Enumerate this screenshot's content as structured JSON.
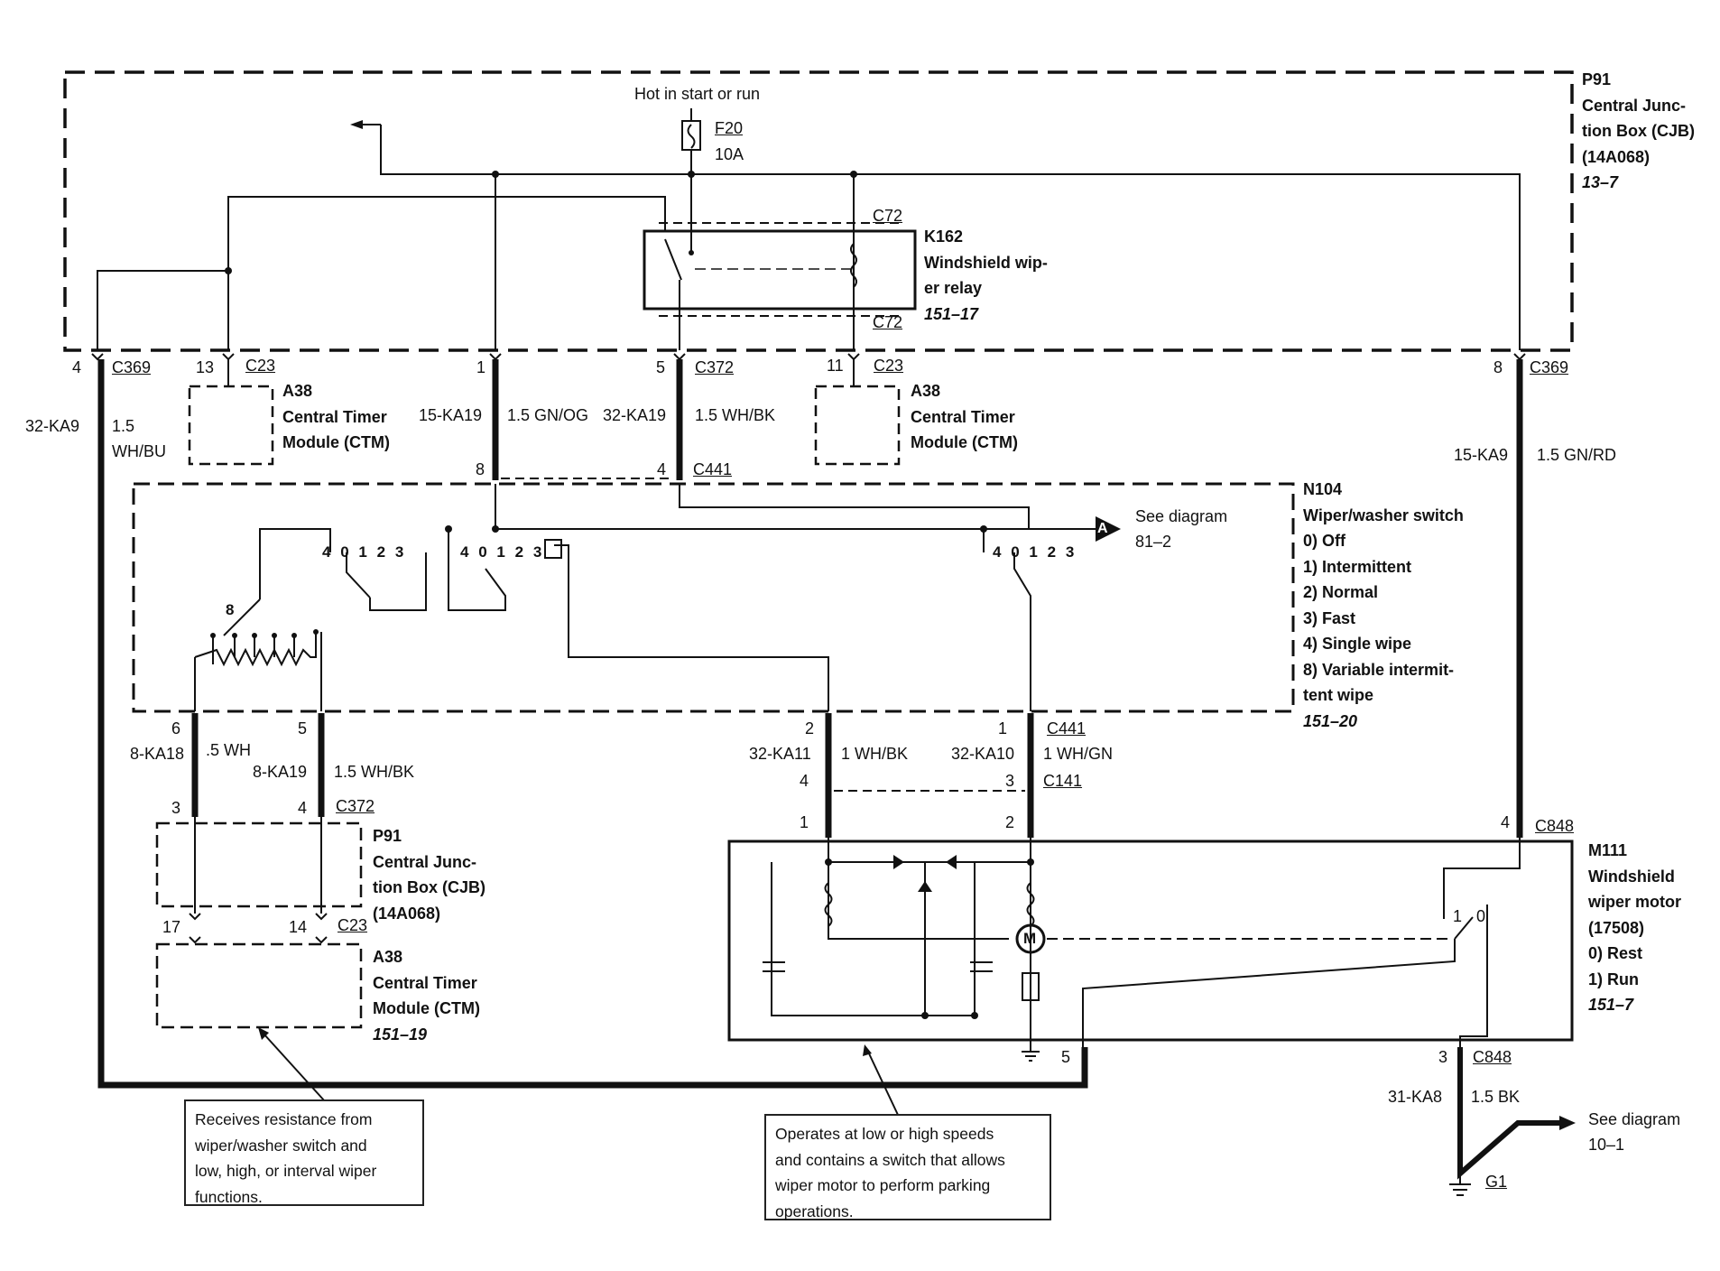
{
  "top": {
    "hot_label": "Hot in start or run",
    "fuse_id": "F20",
    "fuse_rating": "10A"
  },
  "cjb_top": {
    "lines": [
      "P91",
      "Central Junc-",
      "tion Box (CJB)",
      "(14A068)"
    ],
    "ref": "13–7"
  },
  "relay": {
    "lines": [
      "K162",
      "Windshield wip-",
      "er relay"
    ],
    "ref": "151–17",
    "conn_top": "C72",
    "conn_bottom": "C72"
  },
  "ctm_left": {
    "lines": [
      "A38",
      "Central Timer",
      "Module (CTM)"
    ],
    "pin": "13",
    "conn": "C23"
  },
  "ctm_mid": {
    "lines": [
      "A38",
      "Central Timer",
      "Module (CTM)"
    ],
    "pin": "11",
    "conn": "C23"
  },
  "switch": {
    "lines": [
      "N104",
      "Wiper/washer switch",
      "0)   Off",
      "1)   Intermittent",
      "2)   Normal",
      "3)   Fast",
      "4)   Single wipe",
      "8)   Variable intermit-",
      "       tent wipe"
    ],
    "ref": "151–20",
    "see_marker": "A",
    "see_text": [
      "See diagram",
      "81–2"
    ],
    "pos_a": [
      "4",
      "0",
      "1",
      "2",
      "3"
    ],
    "pos_b": [
      "4",
      "0",
      "1",
      "2",
      "3"
    ],
    "pos_c": [
      "4",
      "0",
      "1",
      "2",
      "3"
    ],
    "pos_var": "8"
  },
  "wires_top": {
    "left": {
      "pin": "4",
      "conn": "C369",
      "circuit": "32-KA9",
      "color_l1": "1.5",
      "color_l2": "WH/BU"
    },
    "w1": {
      "pin_top": "1",
      "pin_bottom": "8",
      "circuit": "15-KA19",
      "color": "1.5 GN/OG"
    },
    "w2": {
      "pin_top": "5",
      "pin_bottom": "4",
      "conn_top": "C372",
      "conn_bottom": "C441",
      "circuit": "32-KA19",
      "color": "1.5 WH/BK"
    },
    "right": {
      "pin": "8",
      "conn": "C369",
      "circuit": "15-KA9",
      "color": "1.5 GN/RD"
    }
  },
  "wires_bottom": {
    "w6": {
      "pin_top": "6",
      "pin_bottom": "3",
      "circuit": "8-KA18",
      "color": ".5 WH"
    },
    "w5": {
      "pin_top": "5",
      "pin_bottom": "4",
      "circuit": "8-KA19",
      "color": "1.5 WH/BK",
      "conn": "C372"
    },
    "w2m": {
      "pin_top": "2",
      "pin_mid": "4",
      "pin_bottom": "1",
      "circuit": "32-KA11",
      "color": "1 WH/BK"
    },
    "w1m": {
      "pin_top": "1",
      "pin_mid": "3",
      "pin_bottom": "2",
      "circuit": "32-KA10",
      "color": "1 WH/GN",
      "conn_top": "C441",
      "conn_mid": "C141"
    },
    "motor_pin4": "4",
    "motor_conn": "C848"
  },
  "cjb_bottom": {
    "lines": [
      "P91",
      "Central Junc-",
      "tion Box (CJB)",
      "(14A068)"
    ],
    "pin_l": "17",
    "pin_r": "14",
    "conn": "C23"
  },
  "ctm_bottom": {
    "lines": [
      "A38",
      "Central Timer",
      "Module (CTM)"
    ],
    "ref": "151–19"
  },
  "motor": {
    "lines": [
      "M111",
      "Windshield",
      "wiper motor",
      "(17508)",
      "0)   Rest",
      "1)   Run"
    ],
    "ref": "151–7",
    "switch_1": "1",
    "switch_0": "0",
    "motor_symbol": "M",
    "pin5": "5"
  },
  "ground": {
    "pin": "3",
    "conn": "C848",
    "circuit": "31-KA8",
    "color": "1.5 BK",
    "ground_id": "G1",
    "see_text": [
      "See diagram",
      "10–1"
    ]
  },
  "notes": {
    "left": [
      "Receives resistance from",
      "wiper/washer switch and",
      "low, high, or interval wiper",
      "functions."
    ],
    "right": [
      "Operates at low or high speeds",
      "and contains a switch that allows",
      "wiper motor to perform parking",
      "operations."
    ]
  }
}
